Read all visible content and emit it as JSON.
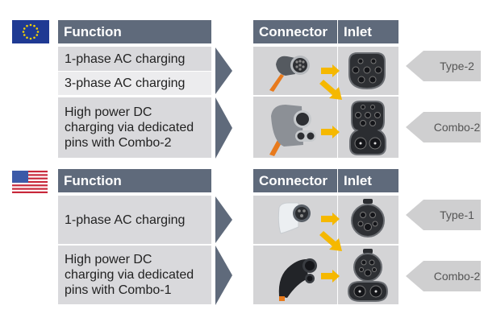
{
  "colors": {
    "header": "#5f6a7b",
    "row": "#d9d9dc",
    "row_light": "#ececee",
    "arrow": "#f5b800",
    "tab": "#cfcfd0",
    "cable": "#e87a1c"
  },
  "sections": [
    {
      "region": "EU",
      "flag_icon": "eu-flag-icon",
      "headers": {
        "function": "Function",
        "connector": "Connector",
        "inlet": "Inlet"
      },
      "functions": [
        "1-phase AC charging",
        "3-phase AC charging",
        "High power DC charging via dedicated pins with Combo-2"
      ],
      "labels": [
        "Type-2",
        "Combo-2"
      ]
    },
    {
      "region": "US",
      "flag_icon": "us-flag-icon",
      "headers": {
        "function": "Function",
        "connector": "Connector",
        "inlet": "Inlet"
      },
      "functions": [
        "1-phase AC charging",
        "High power DC charging via dedicated pins with Combo-1"
      ],
      "labels": [
        "Type-1",
        "Combo-2"
      ]
    }
  ]
}
